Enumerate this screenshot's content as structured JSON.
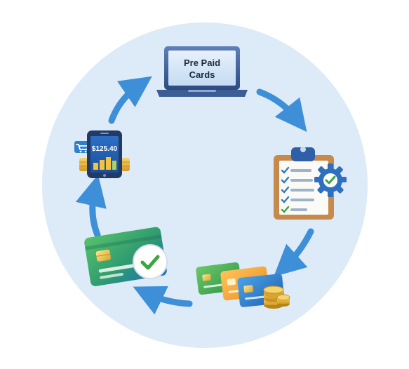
{
  "diagram": {
    "laptop": {
      "line1": "Pre Paid",
      "line2": "Cards",
      "icon": "laptop-icon"
    },
    "checklist": {
      "icon": "clipboard-checklist-gear-icon"
    },
    "cards_coins": {
      "icon": "cards-and-coins-icon"
    },
    "approved_card": {
      "icon": "credit-card-checkmark-icon"
    },
    "phone": {
      "amount": "$125.40",
      "icon": "mobile-payment-icon"
    },
    "colors": {
      "background_circle": "#ddeaf7",
      "arrow": "#3d8fd8",
      "card_green": "#3aa655",
      "card_blue": "#2f7fc9",
      "card_orange": "#f3a73b",
      "check_green": "#3aa541",
      "gear_blue": "#2f6fc0",
      "clipboard_board": "#c58a4c"
    }
  }
}
